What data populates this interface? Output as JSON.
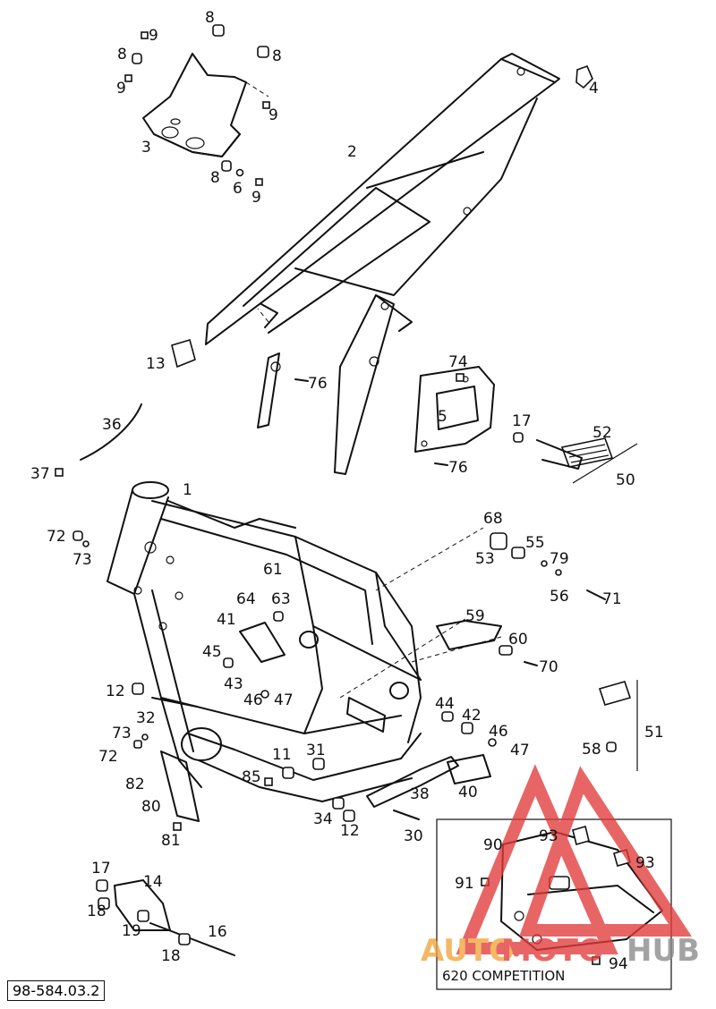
{
  "diagram": {
    "part_labels": {
      "p1": "1",
      "p2": "2",
      "p3": "3",
      "p4": "4",
      "p5": "5",
      "p6": "6",
      "p8a": "8",
      "p8b": "8",
      "p8c": "8",
      "p8d": "8",
      "p9a": "9",
      "p9b": "9",
      "p9c": "9",
      "p9d": "9",
      "p11": "11",
      "p12a": "12",
      "p12b": "12",
      "p13": "13",
      "p14": "14",
      "p16": "16",
      "p17a": "17",
      "p17b": "17",
      "p18a": "18",
      "p18b": "18",
      "p19": "19",
      "p30": "30",
      "p31": "31",
      "p32": "32",
      "p34": "34",
      "p36": "36",
      "p37": "37",
      "p38": "38",
      "p40": "40",
      "p41": "41",
      "p42": "42",
      "p43": "43",
      "p44": "44",
      "p45": "45",
      "p46a": "46",
      "p46b": "46",
      "p47a": "47",
      "p47b": "47",
      "p50": "50",
      "p51": "51",
      "p52": "52",
      "p53": "53",
      "p55": "55",
      "p56": "56",
      "p58": "58",
      "p59": "59",
      "p60": "60",
      "p61": "61",
      "p63": "63",
      "p64": "64",
      "p68": "68",
      "p70": "70",
      "p71": "71",
      "p72a": "72",
      "p72b": "72",
      "p73a": "73",
      "p73b": "73",
      "p74": "74",
      "p76a": "76",
      "p76b": "76",
      "p79": "79",
      "p80": "80",
      "p81": "81",
      "p82": "82",
      "p85": "85",
      "p90": "90",
      "p91": "91",
      "p93a": "93",
      "p93b": "93",
      "p94": "94"
    },
    "inset_caption": "620 COMPETITION",
    "drawing_code": "98-584.03.2"
  },
  "watermark": {
    "brand_part1": "AUTO",
    "brand_part2": "MOTO",
    "brand_part3": "HUB",
    "colors": {
      "red": "#e23b3b",
      "orange": "#f1a53a",
      "gray": "#8a8a8a"
    }
  }
}
